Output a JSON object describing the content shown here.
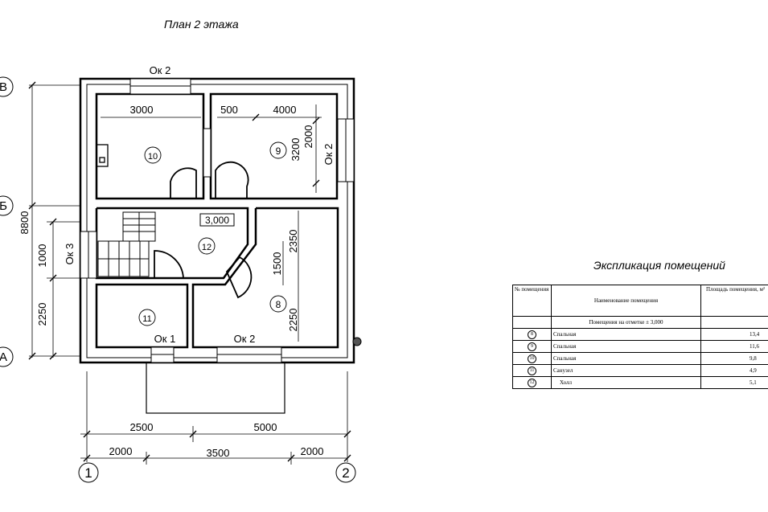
{
  "plan": {
    "title": "План 2 этажа",
    "axes": {
      "B": "В",
      "B6": "Б",
      "A": "А",
      "one": "1",
      "two": "2"
    },
    "windows": {
      "top": "Ок 2",
      "right": "Ок 2",
      "left": "Ок 3",
      "bottom_small": "Ок 1",
      "bottom_large": "Ок 2"
    },
    "level_mark": "3,000",
    "rooms": {
      "r10": "10",
      "r9": "9",
      "r12": "12",
      "r11": "11",
      "r8": "8"
    },
    "dims": {
      "d3000": "3000",
      "d500": "500",
      "d4000": "4000",
      "d3200": "3200",
      "d2000v": "2000",
      "d2350": "2350",
      "d1500": "1500",
      "d2250r": "2250",
      "d8800": "8800",
      "d1000": "1000",
      "d2250l": "2250",
      "b2500": "2500",
      "b5000": "5000",
      "b2000a": "2000",
      "b3500": "3500",
      "b2000b": "2000"
    }
  },
  "explication": {
    "title": "Экспликация помещений",
    "headers": {
      "num": "№ помещения",
      "name": "Наименование помещения",
      "area": "Площадь помещения, м²"
    },
    "subheader": "Помещения на отметке ± 3,000",
    "rows": [
      {
        "num": "8",
        "name": "Спальная",
        "area": "13,4"
      },
      {
        "num": "9",
        "name": "Спальная",
        "area": "11,6"
      },
      {
        "num": "10",
        "name": "Спальная",
        "area": "9,8"
      },
      {
        "num": "11",
        "name": "Санузел",
        "area": "4,9"
      },
      {
        "num": "12",
        "name": "Холл",
        "area": "5,1"
      }
    ]
  }
}
